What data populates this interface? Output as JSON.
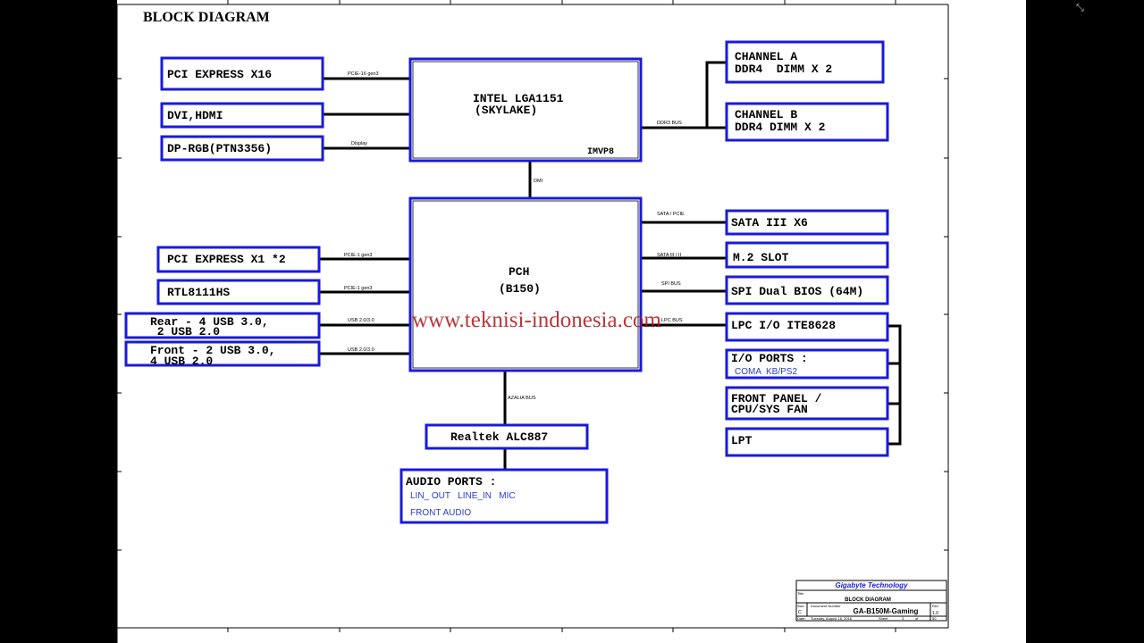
{
  "title": "BLOCK DIAGRAM",
  "watermark": "www.teknisi-indonesia.com",
  "window_controls": "⤡",
  "cpu": {
    "line1": "INTEL LGA1151",
    "line2": "(SKYLAKE)",
    "sub": "IMVP8"
  },
  "pch": {
    "line1": "PCH",
    "line2": "(B150)"
  },
  "left_top_blocks": [
    {
      "label": "PCI EXPRESS X16",
      "bus": "PCIE-16 gen3"
    },
    {
      "label": "DVI,HDMI",
      "bus": ""
    },
    {
      "label": "DP-RGB(PTN3356)",
      "bus": "Display"
    }
  ],
  "memory": {
    "bus": "DDR3 BUS",
    "channels": [
      {
        "line1": "CHANNEL A",
        "line2": "DDR4  DIMM X 2"
      },
      {
        "line1": "CHANNEL B",
        "line2": "DDR4 DIMM X 2"
      }
    ]
  },
  "dmi_label": "DMI",
  "left_pch_blocks": [
    {
      "line1": "PCI EXPRESS X1 *2",
      "line2": "",
      "bus": "PCIE-1 gen3"
    },
    {
      "line1": "RTL8111HS",
      "line2": "",
      "bus": "PCIE-1 gen3"
    },
    {
      "line1": "Rear - 4 USB 3.0,",
      "line2": " 2 USB 2.0",
      "bus": "USB 2.0/3.0"
    },
    {
      "line1": "Front - 2 USB 3.0,",
      "line2": "4 USB 2.0",
      "bus": "USB 2.0/3.0"
    }
  ],
  "right_pch_blocks": [
    {
      "label": "SATA III X6",
      "bus": "SATA / PCIE"
    },
    {
      "label": "M.2 SLOT",
      "bus": "SATA III / II"
    },
    {
      "label": "SPI Dual BIOS (64M)",
      "bus": "SPI BUS"
    },
    {
      "label": "LPC I/O ITE8628",
      "bus": "LPC BUS"
    }
  ],
  "lpc_children": [
    {
      "line1": "I/O PORTS :",
      "line2": "COMA  KB/PS2"
    },
    {
      "line1": "FRONT PANEL /",
      "line2": "CPU/SYS FAN"
    },
    {
      "line1": "LPT",
      "line2": ""
    }
  ],
  "azalia_label": "AZALIA BUS",
  "codec": "Realtek ALC887",
  "audio": {
    "title": "AUDIO PORTS :",
    "ports_line": "LIN_ OUT   LINE_IN   MIC",
    "front": "FRONT AUDIO"
  },
  "title_block": {
    "company": "Gigabyte Technology",
    "title_label": "Title",
    "doc_title": "BLOCK DIAGRAM",
    "size_label": "Size",
    "size_value": "C",
    "docnum_label": "Document Number",
    "model": "GA-B150M-Gaming",
    "rev_label": "Rev",
    "rev_value": "1.0",
    "date_label": "Date:",
    "date_value": "Tuesday, August 16, 2016",
    "sheet_label": "Sheet",
    "sheet_num": "3",
    "of_label": "of",
    "sheet_total": "50"
  },
  "colors": {
    "box_border": "#1a1adc",
    "link_text": "#2a3ad8",
    "watermark": "#b01414",
    "title_company": "#1a1adc"
  }
}
